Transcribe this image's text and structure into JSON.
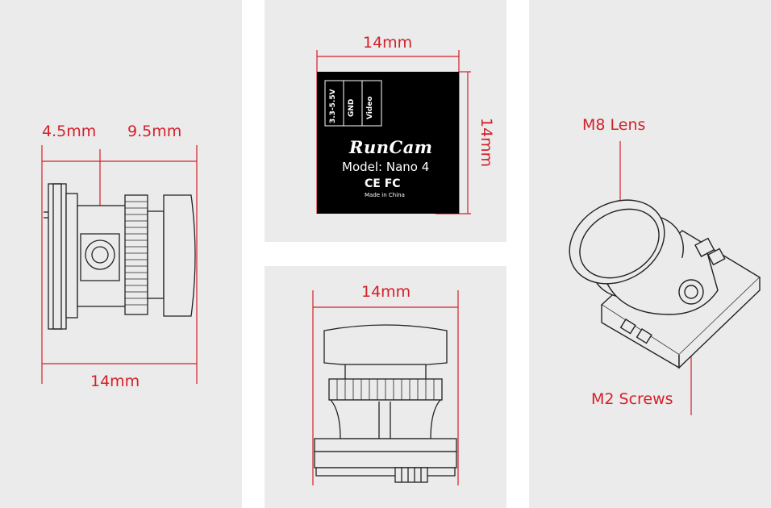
{
  "labels": {
    "left_width_a": "4.5mm",
    "left_width_b": "9.5mm",
    "left_length": "14mm",
    "top_width": "14mm",
    "top_height": "14mm",
    "bottom_width": "14mm",
    "lens": "M8 Lens",
    "screws": "M2 Screws"
  },
  "board": {
    "pins": [
      "3.3-5.5V",
      "GND",
      "Video"
    ],
    "brand": "RunCam",
    "model": "Model: Nano 4",
    "cert": "CE FC",
    "origin": "Made in China"
  },
  "colors": {
    "panel_bg": "#ebebeb",
    "dimension_red": "#d4202a",
    "board_black": "#000000",
    "line_art": "#222222"
  }
}
